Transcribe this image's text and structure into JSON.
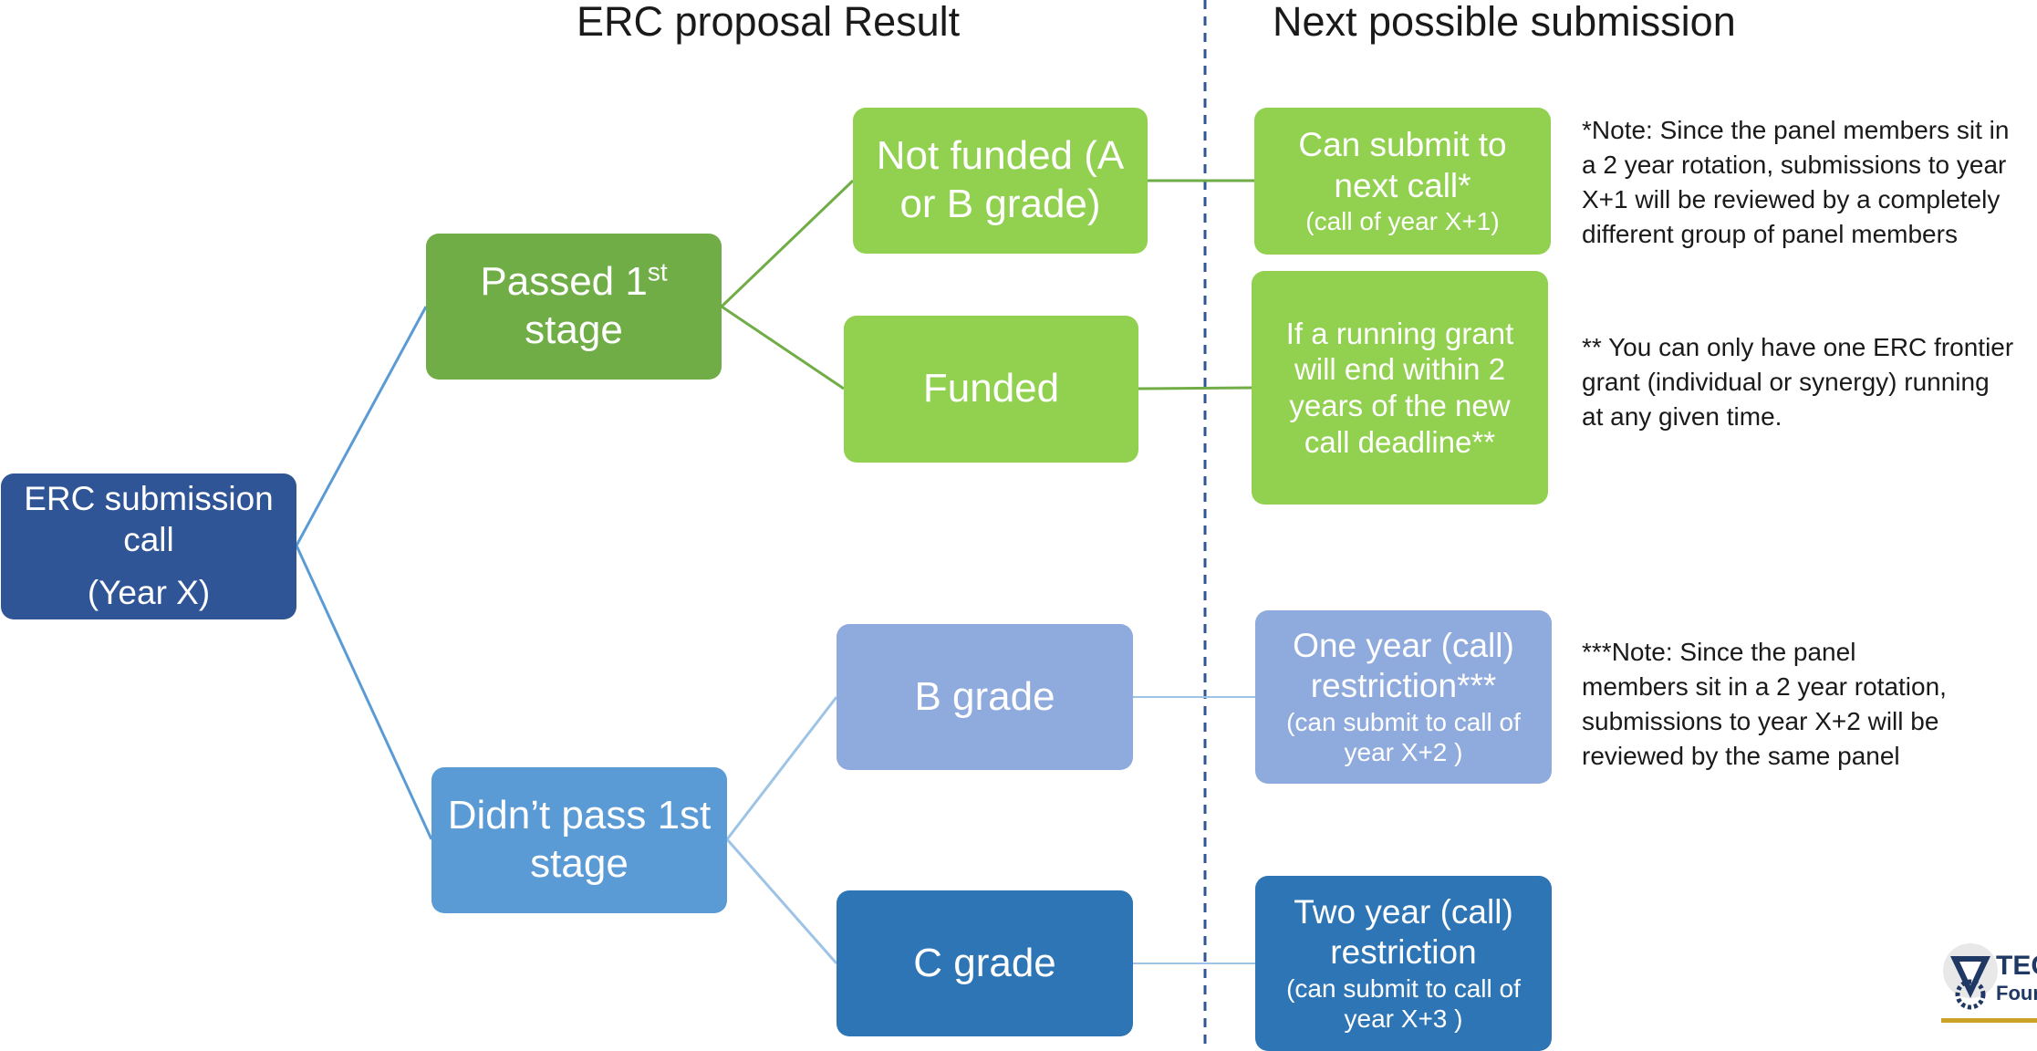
{
  "headings": {
    "left": "ERC proposal Result",
    "right": "Next possible submission"
  },
  "boxes": {
    "erc_call": {
      "line1": "ERC submission",
      "line2": "call",
      "line3": "(Year X)",
      "color": "#2f5597"
    },
    "passed": {
      "line1": "Passed 1",
      "sup": "st",
      "line2": "stage",
      "color": "#70ad47"
    },
    "didnt_pass": {
      "line1": "Didn’t pass 1st",
      "line2": "stage",
      "color": "#5b9bd5"
    },
    "not_funded": {
      "line1": "Not funded (A",
      "line2": "or B grade)",
      "color": "#92d050"
    },
    "funded": {
      "line1": "Funded",
      "color": "#92d050"
    },
    "b_grade": {
      "line1": "B grade",
      "color": "#8faadc"
    },
    "c_grade": {
      "line1": "C grade",
      "color": "#2e75b6"
    },
    "can_submit": {
      "line1": "Can submit to",
      "line2": "next call*",
      "line3": "(call of year X+1)",
      "color": "#92d050"
    },
    "running_grant": {
      "line1": "If a running grant",
      "line2": "will end within 2",
      "line3": "years of the new",
      "line4": "call deadline**",
      "color": "#92d050"
    },
    "one_year": {
      "line1": "One year (call)",
      "line2": "restriction***",
      "line3": "(can submit to call of",
      "line4": "year X+2 )",
      "color": "#8faadc"
    },
    "two_year": {
      "line1": "Two year (call)",
      "line2": "restriction",
      "line3": "(can submit to call of",
      "line4": "year X+3 )",
      "color": "#2e75b6"
    }
  },
  "notes": {
    "note1": [
      "*Note: Since the panel members sit in",
      "a 2 year rotation, submissions to year",
      "X+1 will be reviewed by a completely",
      "different group of panel members"
    ],
    "note2": [
      "** You can only have one ERC frontier",
      "grant (individual or synergy) running",
      "at any given time."
    ],
    "note3": [
      "***Note: Since the panel",
      "members sit in a 2 year rotation,",
      "submissions to year X+2 will be",
      "reviewed by the same panel"
    ]
  },
  "logo": {
    "line1": "TEC",
    "line2": "Four"
  },
  "colors": {
    "divider": "#2f5597",
    "connector_green": "#70ad47",
    "connector_blue": "#5b9bd5",
    "connector_light_blue": "#9dc3e6",
    "logo_gold": "#c9a227"
  }
}
